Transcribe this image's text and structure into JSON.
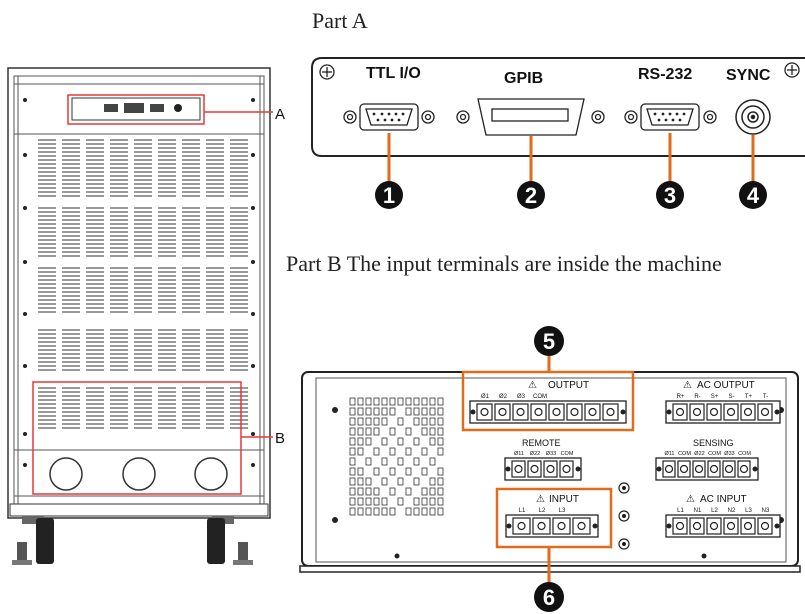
{
  "partA": {
    "heading": "Part A",
    "ports": [
      {
        "label": "TTL I/O",
        "number": "1"
      },
      {
        "label": "GPIB",
        "number": "2"
      },
      {
        "label": "RS-232",
        "number": "3"
      },
      {
        "label": "SYNC",
        "number": "4"
      }
    ]
  },
  "partB": {
    "heading": "Part B The input terminals are inside the machine",
    "callouts": [
      "5",
      "6"
    ],
    "groups": {
      "output": "OUTPUT",
      "output_com": "COM",
      "ac_output": "AC  OUTPUT",
      "remote": "REMOTE",
      "sensing": "SENSING",
      "input": "INPUT",
      "ac_input": "AC  INPUT"
    },
    "terminals": {
      "output": [
        "Ø1",
        "Ø2",
        "Ø3"
      ],
      "ac_output": [
        "R+",
        "R-",
        "S+",
        "S-",
        "T+",
        "T-"
      ],
      "remote": [
        "Ø11",
        "Ø22",
        "Ø33",
        "COM"
      ],
      "sensing": [
        "Ø11",
        "COM",
        "Ø22",
        "COM",
        "Ø33",
        "COM"
      ],
      "input": [
        "L1",
        "L2",
        "L3"
      ],
      "ac_input": [
        "L1",
        "N1",
        "L2",
        "N2",
        "L3",
        "N3"
      ]
    }
  },
  "cabinet": {
    "markers": {
      "a": "A",
      "b": "B"
    }
  },
  "colors": {
    "callout": "#e06b1a",
    "marker": "#e53935",
    "badge": "#111111"
  }
}
